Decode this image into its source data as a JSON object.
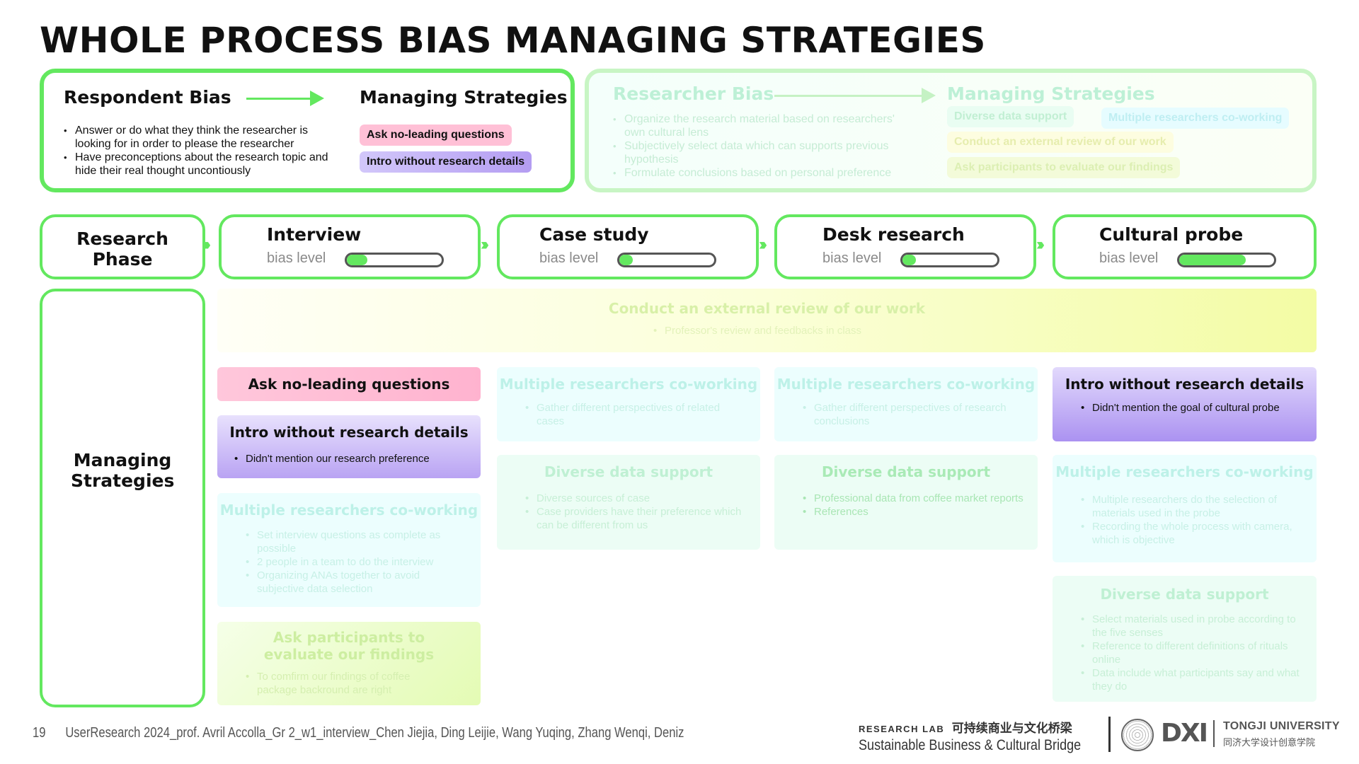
{
  "title": "WHOLE PROCESS BIAS MANAGING STRATEGIES",
  "respondent": {
    "heading": "Respondent Bias",
    "strategies_heading": "Managing Strategies",
    "bullets": [
      "Answer or do what they think the researcher is looking for in order to please the researcher",
      "Have preconceptions about the research topic and hide their real thought uncontiously"
    ],
    "tags": [
      "Ask no-leading questions",
      "Intro without research details"
    ]
  },
  "researcher": {
    "heading": "Researcher Bias",
    "strategies_heading": "Managing Strategies",
    "bullets": [
      "Organize the research material based on researchers' own cultural lens",
      "Subjectively select data which can supports previous hypothesis",
      "Formulate conclusions based on personal preference"
    ],
    "tags": [
      "Diverse data support",
      "Multiple researchers co-working",
      "Conduct an external review of our work",
      "Ask participants to evaluate our findings"
    ]
  },
  "row_labels": {
    "phase": "Research Phase",
    "strategies": "Managing Strategies"
  },
  "phases": [
    {
      "name": "Interview",
      "bias_label": "bias level",
      "bias_fraction": 0.22
    },
    {
      "name": "Case study",
      "bias_label": "bias level",
      "bias_fraction": 0.14
    },
    {
      "name": "Desk research",
      "bias_label": "bias level",
      "bias_fraction": 0.14
    },
    {
      "name": "Cultural probe",
      "bias_label": "bias level",
      "bias_fraction": 0.7
    }
  ],
  "external_review": {
    "title": "Conduct an external review of our work",
    "bullet": "Professor's review and feedbacks in class"
  },
  "interview_cards": [
    {
      "title": "Ask no-leading questions",
      "bullets": []
    },
    {
      "title": "Intro without research details",
      "bullets": [
        "Didn't mention our research preference"
      ]
    },
    {
      "title": "Multiple researchers co-working",
      "bullets": [
        "Set interview questions as complete as possible",
        "2 people in a team to do the interview",
        "Organizing ANAs together to avoid subjective data selection"
      ]
    },
    {
      "title": "Ask participants to evaluate our findings",
      "bullets": [
        "To comfirm our findings of coffee package backround are right"
      ]
    }
  ],
  "case_cards": [
    {
      "title": "Multiple researchers co-working",
      "bullets": [
        "Gather different perspectives of related cases"
      ]
    },
    {
      "title": "Diverse data support",
      "bullets": [
        "Diverse sources of case",
        "Case providers have their preference which can be different from us"
      ]
    }
  ],
  "desk_cards": [
    {
      "title": "Multiple researchers co-working",
      "bullets": [
        "Gather different perspectives of research conclusions"
      ]
    },
    {
      "title": "Diverse data support",
      "bullets": [
        "Professional data from coffee market reports",
        "References"
      ]
    }
  ],
  "probe_cards": [
    {
      "title": "Intro without research details",
      "bullets": [
        "Didn't mention the goal of cultural probe"
      ]
    },
    {
      "title": "Multiple researchers co-working",
      "bullets": [
        "Multiple researchers do the selection of materials used in the probe",
        "Recording the whole process with camera, which is objective"
      ]
    },
    {
      "title": "Diverse data support",
      "bullets": [
        "Select materials used in probe according to the five senses",
        "Reference to different definitions of rituals online",
        "Data include what participants say and what they do"
      ]
    }
  ],
  "footer": {
    "page": "19",
    "credit": "UserResearch 2024_prof. Avril Accolla_Gr 2_w1_interview_Chen Jiejia, Ding Leijie, Wang Yuqing, Zhang Wenqi, Deniz",
    "lab_label": "RESEARCH LAB",
    "lab_cn": "可持续商业与文化桥梁",
    "lab_en": "Sustainable Business & Cultural Bridge",
    "dxi": "DXI",
    "uni": "TONGJI UNIVERSITY",
    "uni_cn": "同济大学设计创意学院"
  },
  "colors": {
    "accent_green": "#63e85f",
    "pink": "#ffc0d6",
    "purple": "#b49df2"
  }
}
